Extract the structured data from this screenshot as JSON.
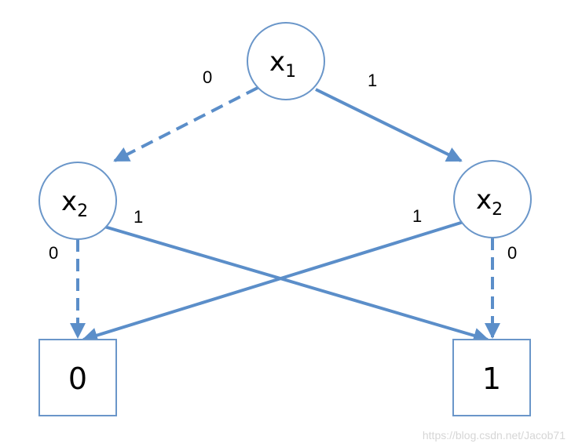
{
  "diagram": {
    "root": {
      "var": "x",
      "sub": "1"
    },
    "left": {
      "var": "x",
      "sub": "2"
    },
    "right": {
      "var": "x",
      "sub": "2"
    },
    "terminal_zero": "0",
    "terminal_one": "1",
    "labels": {
      "root_low": "0",
      "root_high": "1",
      "left_low": "0",
      "left_high": "1",
      "right_high": "1",
      "right_low": "0"
    },
    "colors": {
      "edge": "#5b8ec9",
      "node_border": "#6a96c9"
    }
  },
  "watermark": "https://blog.csdn.net/Jacob71"
}
